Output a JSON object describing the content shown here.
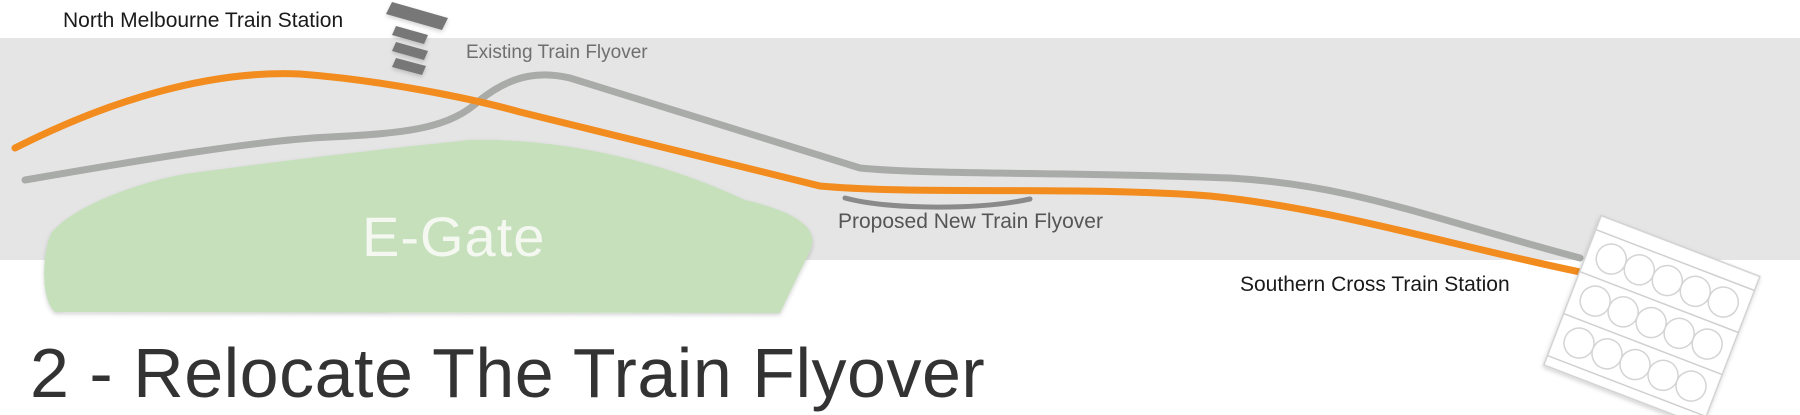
{
  "labels": {
    "north_station": "North Melbourne Train Station",
    "existing_flyover": "Existing Train Flyover",
    "proposed_flyover": "Proposed New Train Flyover",
    "southern_station": "Southern Cross Train Station",
    "egate": "E-Gate"
  },
  "title": "2 - Relocate The Train Flyover",
  "colors": {
    "corridor_band": "#e5e5e5",
    "proposed_line": "#f28c1e",
    "existing_line": "#a9aba8",
    "egate_area": "#c6e0bc",
    "station_icon": "#777777"
  }
}
